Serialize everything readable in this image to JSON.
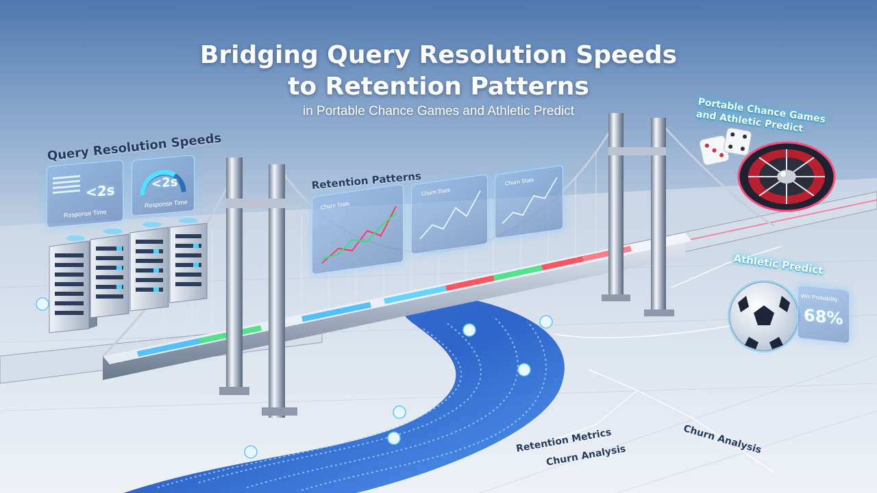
{
  "header": {
    "title_line1": "Bridging Query Resolution Speeds",
    "title_line2": "to Retention Patterns",
    "subtitle": "in Portable Chance Games and Athletic Predict"
  },
  "query_section": {
    "label": "Query Resolution Speeds",
    "panel1_value": "<2s",
    "panel1_caption": "Response Time",
    "panel2_value": "<2s",
    "panel2_caption": "Response Time"
  },
  "retention_section": {
    "label": "Retention Patterns",
    "chart1_title": "Churn Stats",
    "chart2_title": "Churn Stats",
    "chart3_title": "Churn Stats"
  },
  "games_section": {
    "label_line1": "Portable Chance Games",
    "label_line2": "and Athletic Predict"
  },
  "athletic_section": {
    "label": "Athletic Predict",
    "probability_label": "Win Probability:",
    "probability_value": "68%"
  },
  "footer_labels": {
    "retention_metrics": "Retention Metrics",
    "churn_analysis_left": "Churn Analysis",
    "churn_analysis_right": "Churn Analysis"
  },
  "colors": {
    "sky_top": "#4f78ad",
    "glow_cyan": "#40c8ff",
    "highlight_green": "#39e07a",
    "highlight_red": "#ff3b4a"
  }
}
